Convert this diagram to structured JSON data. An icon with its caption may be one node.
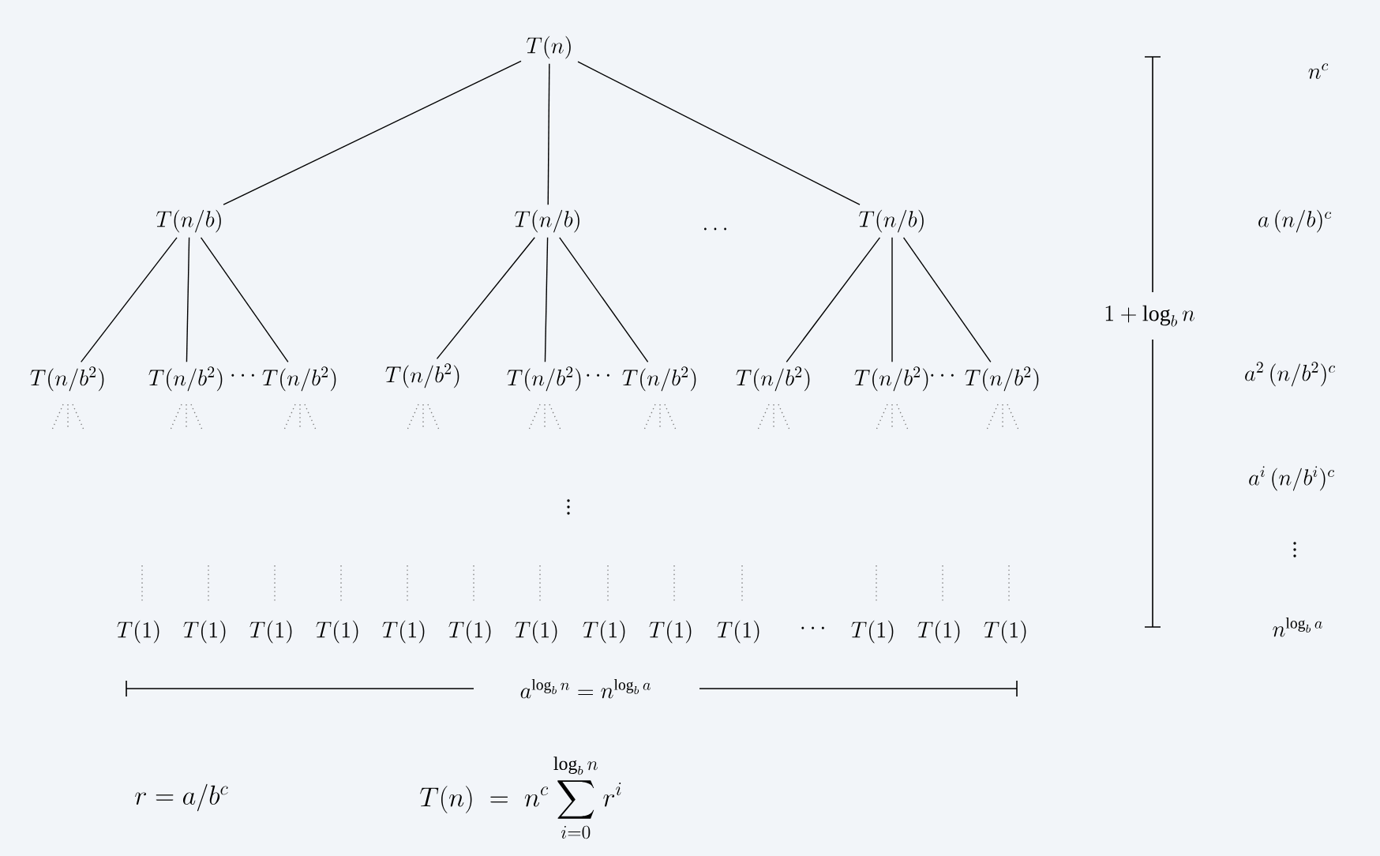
{
  "diagram": {
    "nodes": [
      {
        "text": [
          "T(n)"
        ]
      },
      {
        "text": [
          "T(n/b)"
        ]
      },
      {
        "text": [
          "T(n/b)"
        ]
      },
      {
        "text": [
          "T(n/b)"
        ]
      },
      {
        "text": [
          "T(n/b^2)"
        ]
      },
      {
        "text": [
          "T(n/b^2)"
        ]
      },
      {
        "text": [
          "T(n/b^2)"
        ]
      },
      {
        "text": [
          "T(n/b^2)"
        ]
      },
      {
        "text": [
          "T(n/b^2)"
        ]
      },
      {
        "text": [
          "T(n/b^2)"
        ]
      },
      {
        "text": [
          "T(n/b^2)"
        ]
      },
      {
        "text": [
          "T(n/b^2)"
        ]
      },
      {
        "text": [
          "T(n/b^2)"
        ]
      },
      {
        "text": [
          "T(1)"
        ]
      },
      {
        "text": [
          "T(1)"
        ]
      },
      {
        "text": [
          "T(1)"
        ]
      },
      {
        "text": [
          "T(1)"
        ]
      },
      {
        "text": [
          "T(1)"
        ]
      },
      {
        "text": [
          "T(1)"
        ]
      },
      {
        "text": [
          "T(1)"
        ]
      },
      {
        "text": [
          "T(1)"
        ]
      },
      {
        "text": [
          "T(1)"
        ]
      },
      {
        "text": [
          "T(1)"
        ]
      },
      {
        "text": [
          "T(1)"
        ]
      },
      {
        "text": [
          "T(1)"
        ]
      },
      {
        "text": [
          "T(1)"
        ]
      }
    ],
    "edges": [
      {
        "from": 0,
        "to": 1,
        "arrow": "none"
      },
      {
        "from": 0,
        "to": 2,
        "arrow": "none"
      },
      {
        "from": 0,
        "to": 3,
        "arrow": "none"
      },
      {
        "from": 1,
        "to": 4,
        "arrow": "none"
      },
      {
        "from": 1,
        "to": 5,
        "arrow": "none"
      },
      {
        "from": 1,
        "to": 6,
        "arrow": "none"
      },
      {
        "from": 2,
        "to": 7,
        "arrow": "none"
      },
      {
        "from": 2,
        "to": 8,
        "arrow": "none"
      },
      {
        "from": 2,
        "to": 9,
        "arrow": "none"
      },
      {
        "from": 3,
        "to": 10,
        "arrow": "none"
      },
      {
        "from": 3,
        "to": 11,
        "arrow": "none"
      },
      {
        "from": 3,
        "to": 12,
        "arrow": "none"
      }
    ],
    "labels": [
      "n^c",
      "\\ldots",
      "a\\,(n/b)^c",
      "1+\\log_b n",
      "\\cdots",
      "\\cdots",
      "\\cdots",
      "a^2\\,(n/b^2)^c",
      "a^i\\,(n/b^i)^c",
      "\\vdots",
      "\\vdots",
      "\\cdots",
      "n^{\\log_b a}",
      "a^{\\log_b n} = n^{\\log_b a}",
      "r = a / b^c",
      "T(n) \\;=\\; n^c \\sum_{i=0}^{\\log_b n} r^i"
    ]
  }
}
